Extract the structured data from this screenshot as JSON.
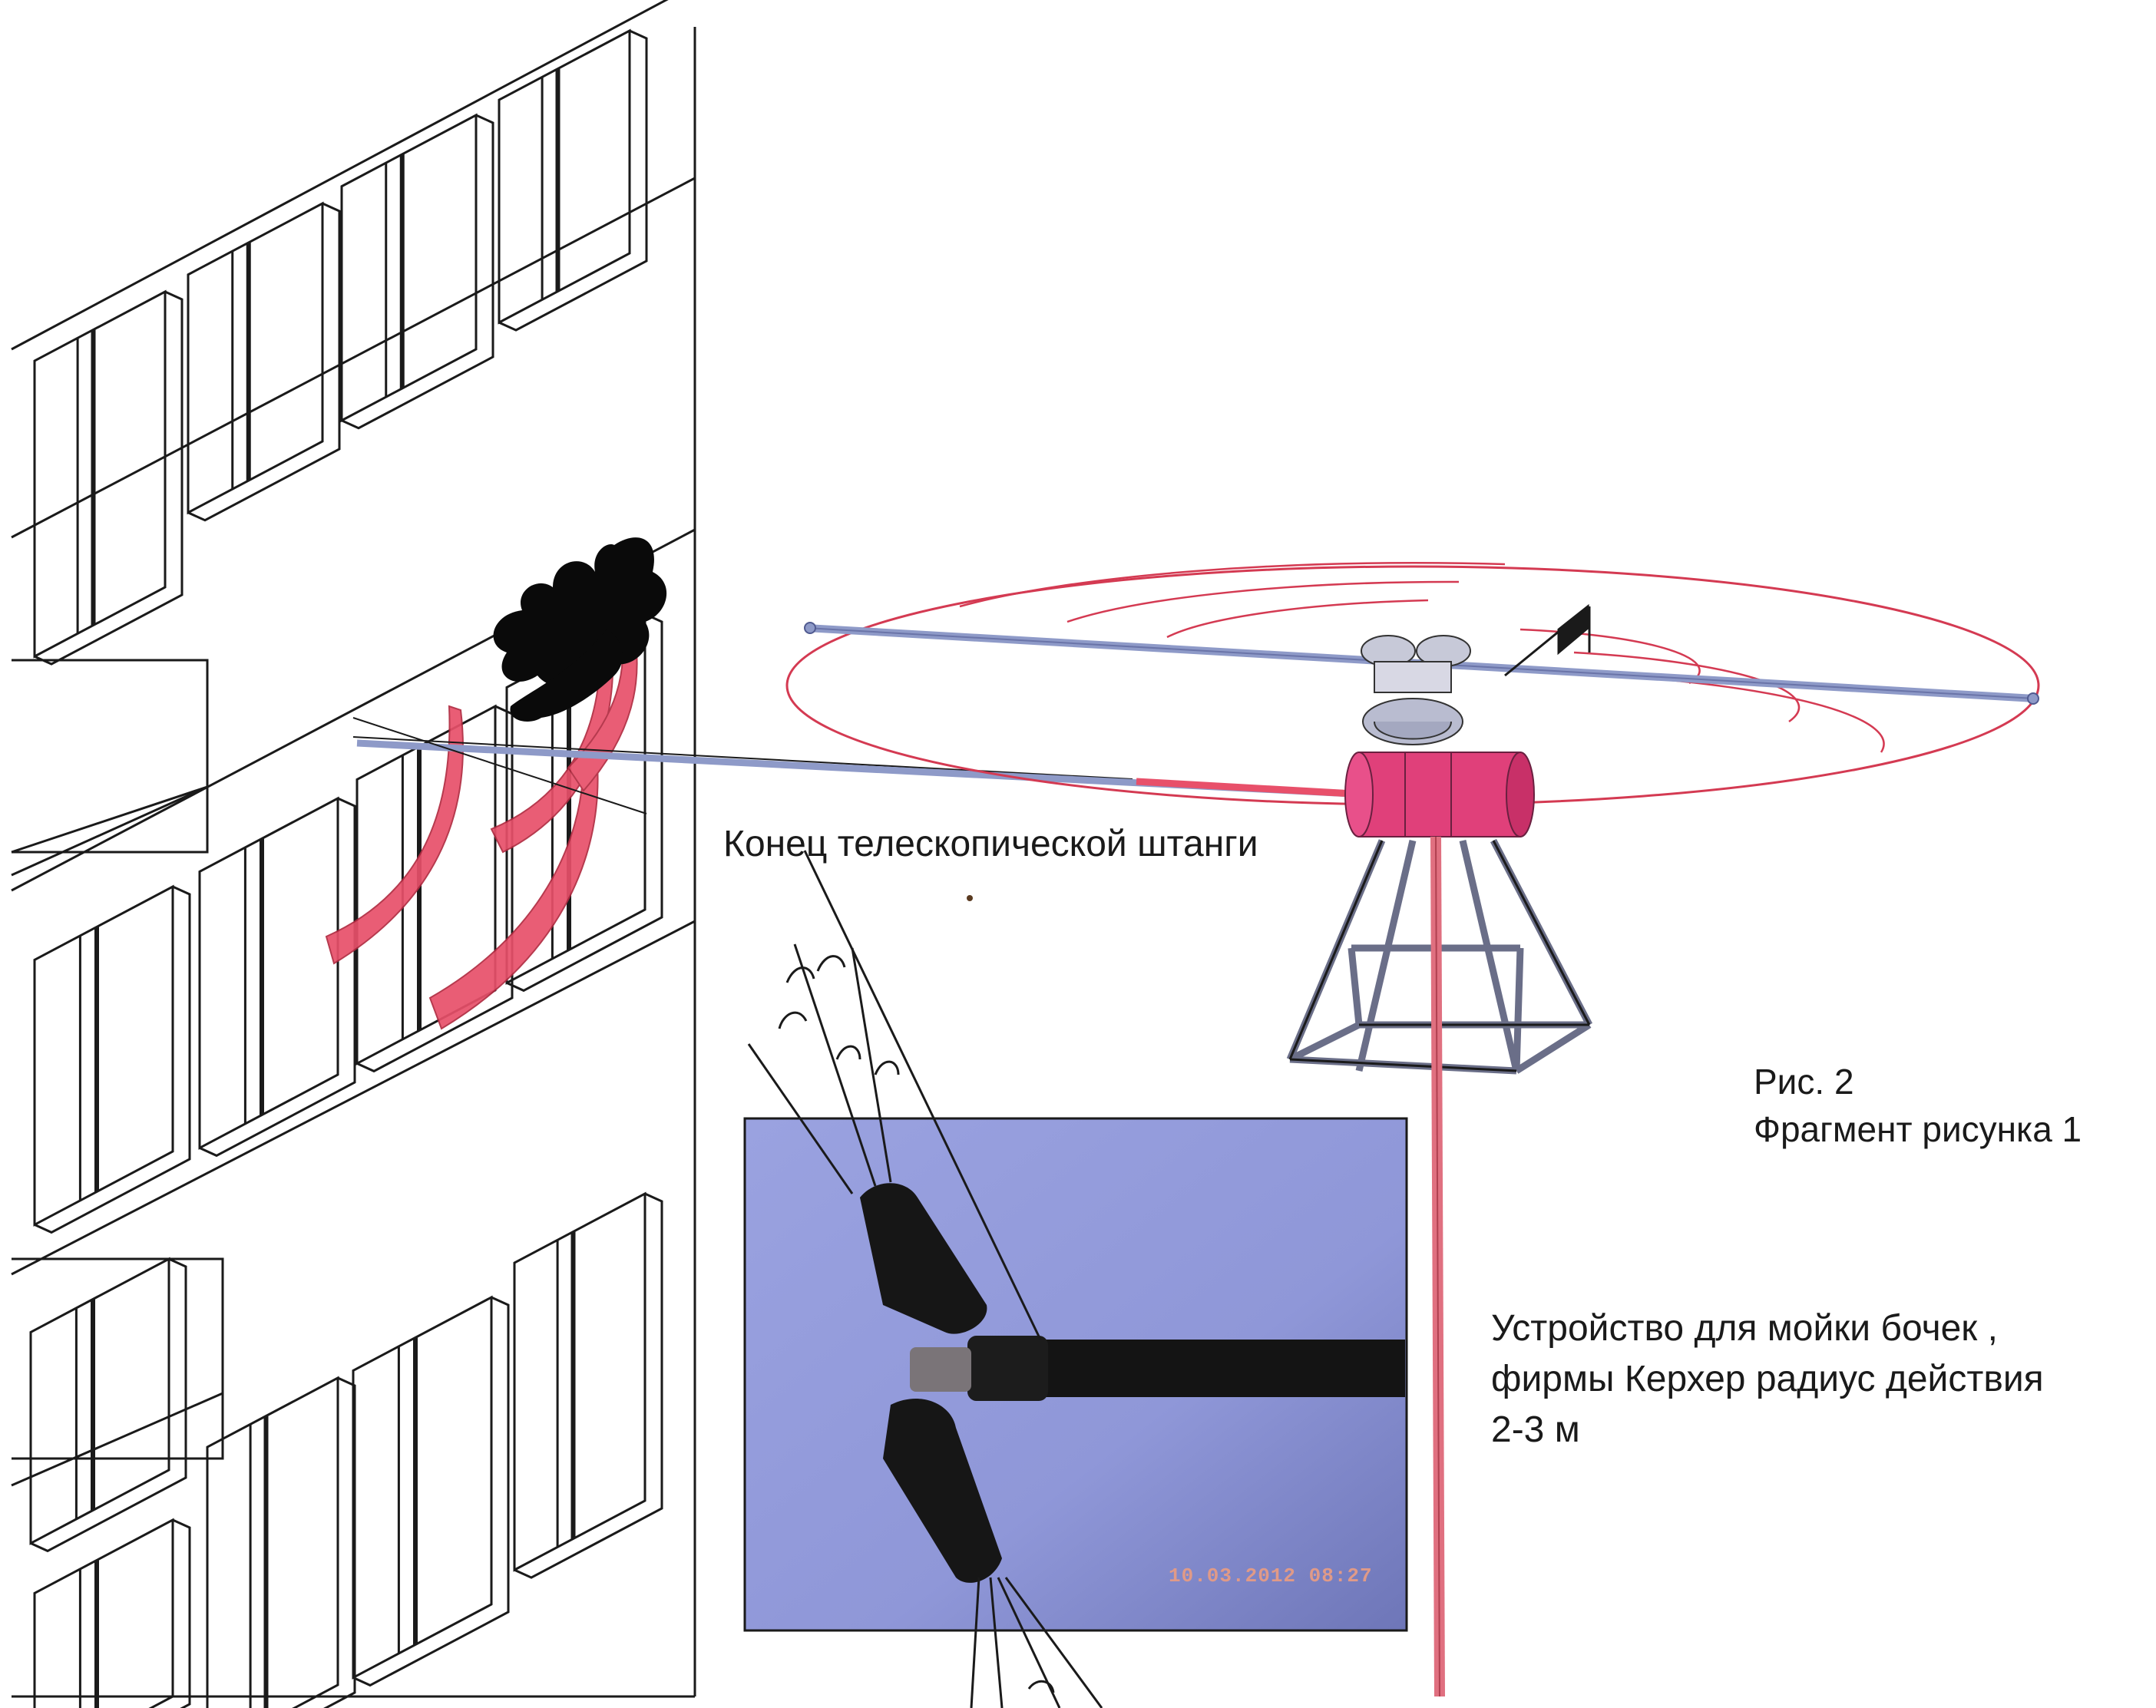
{
  "labels": {
    "rod_end": "Конец телескопической штанги",
    "fig_number": "Рис. 2",
    "fig_subtitle": "Фрагмент рисунка 1",
    "device_line1": "Устройство для мойки бочек ,",
    "device_line2": "фирмы Керхер  радиус действия",
    "device_line3": "2-3 м"
  },
  "photo": {
    "timestamp": "10.03.2012 08:27"
  },
  "colors": {
    "line": "#1a1a1a",
    "spray_red": "#e8506a",
    "spray_ring": "#d43a52",
    "rod_blue": "#8e9ac8",
    "hub_magenta": "#e0407a",
    "photo_bg": "#8f97d8",
    "nozzle_black": "#161616",
    "dirt_black": "#0a0a0a"
  }
}
